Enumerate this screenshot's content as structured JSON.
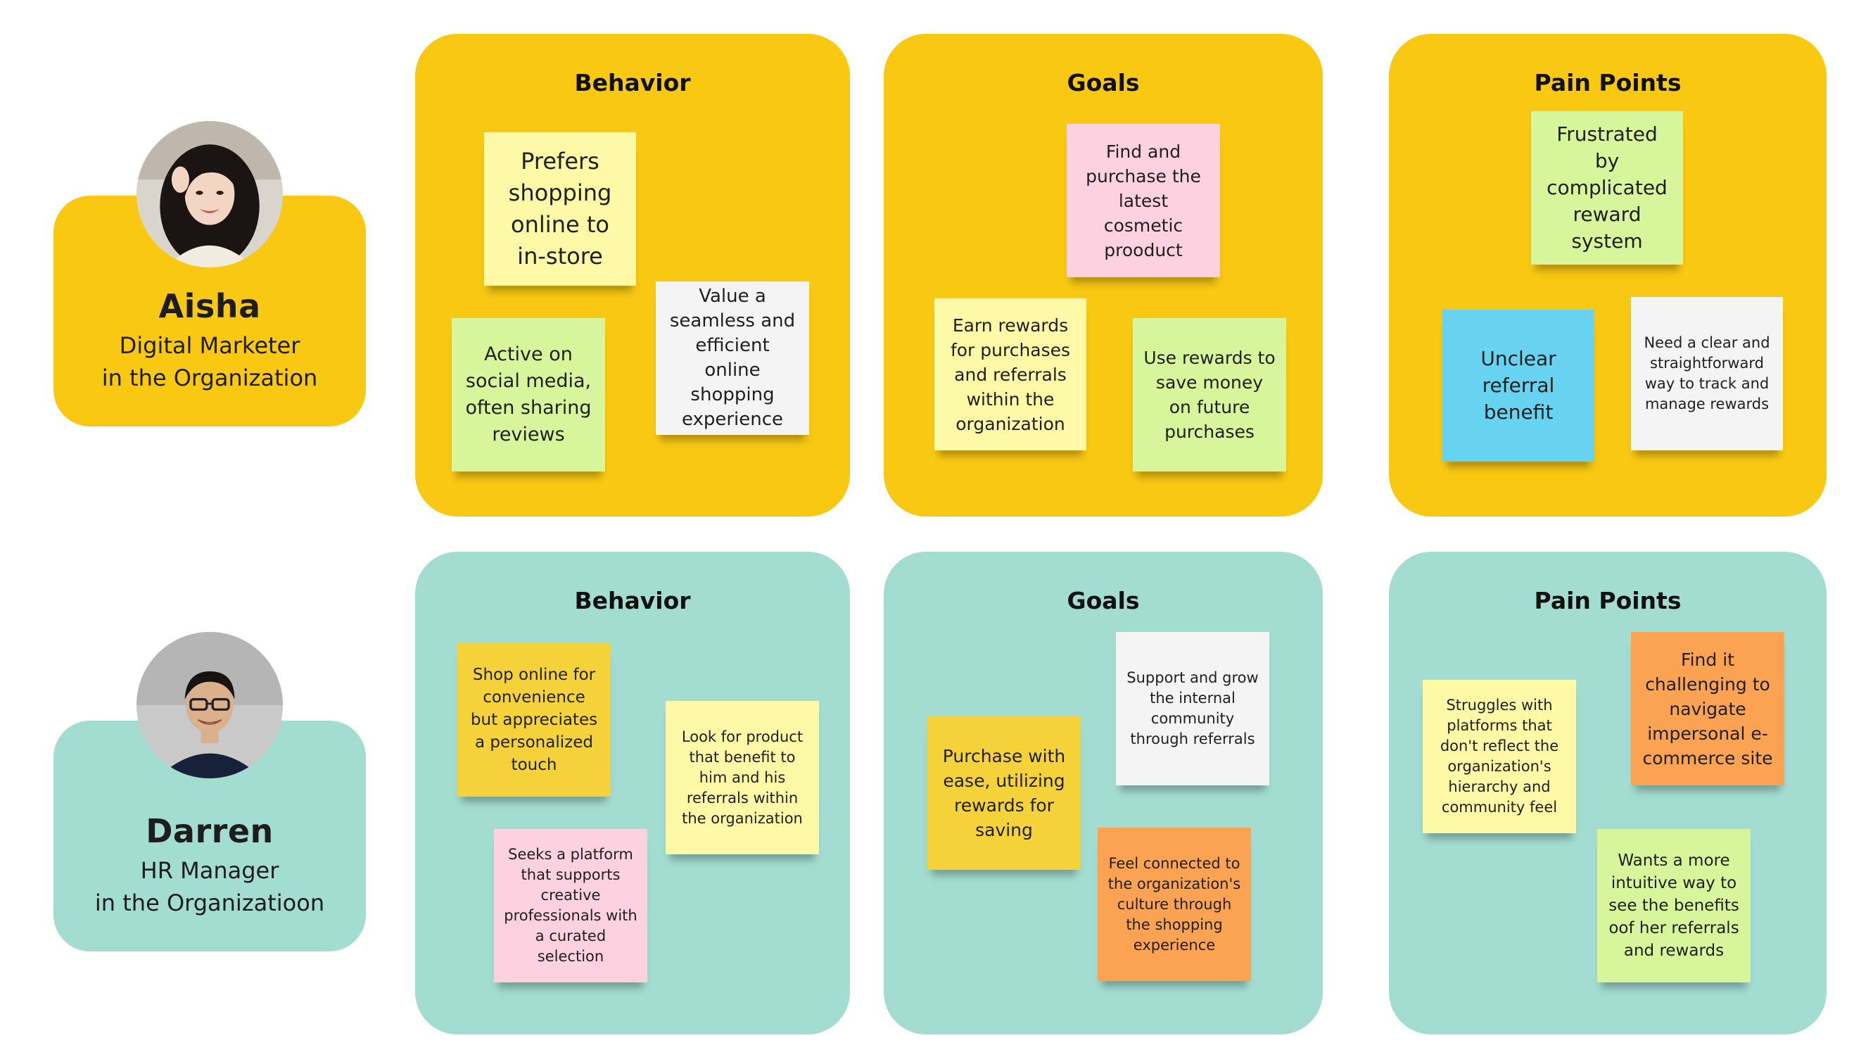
{
  "colors": {
    "persona1_bg": "#f8c813",
    "persona2_bg": "#a3dcd1",
    "note_light_yellow": "#fef9a6",
    "note_green": "#d7f59a",
    "note_white": "#f4f4f4",
    "note_pink": "#fdd1e0",
    "note_blue": "#68d3f0",
    "note_gold": "#f5d23a",
    "note_orange": "#fba352"
  },
  "personas": [
    {
      "name": "Aisha",
      "role_line1": "Digital Marketer",
      "role_line2": "in the Organization",
      "behavior": {
        "title": "Behavior",
        "notes": [
          "Prefers shopping online to in-store",
          "Active on social media, often sharing reviews",
          "Value a seamless and efficient online shopping experience"
        ]
      },
      "goals": {
        "title": "Goals",
        "notes": [
          "Find and purchase the latest cosmetic prooduct",
          "Earn rewards for purchases and referrals within the organization",
          "Use rewards to save money on future purchases"
        ]
      },
      "pain_points": {
        "title": "Pain Points",
        "notes": [
          "Frustrated by complicated reward system",
          "Unclear referral benefit",
          "Need a clear and straightforward way to track and manage rewards"
        ]
      }
    },
    {
      "name": "Darren",
      "role_line1": "HR Manager",
      "role_line2": "in the Organizatioon",
      "behavior": {
        "title": "Behavior",
        "notes": [
          "Shop online for convenience but appreciates a personalized touch",
          "Look for product that benefit to him and his referrals within the organization",
          "Seeks a platform that supports creative professionals with a curated selection"
        ]
      },
      "goals": {
        "title": "Goals",
        "notes": [
          "Support and grow the internal community through referrals",
          "Purchase with ease, utilizing rewards for saving",
          "Feel connected to the organization's culture through the shopping experience"
        ]
      },
      "pain_points": {
        "title": "Pain Points",
        "notes": [
          "Find it challenging to navigate impersonal e-commerce site",
          "Struggles with platforms that don't reflect the organization's hierarchy and community feel",
          "Wants a more intuitive way to see the benefits oof her referrals and rewards"
        ]
      }
    }
  ]
}
